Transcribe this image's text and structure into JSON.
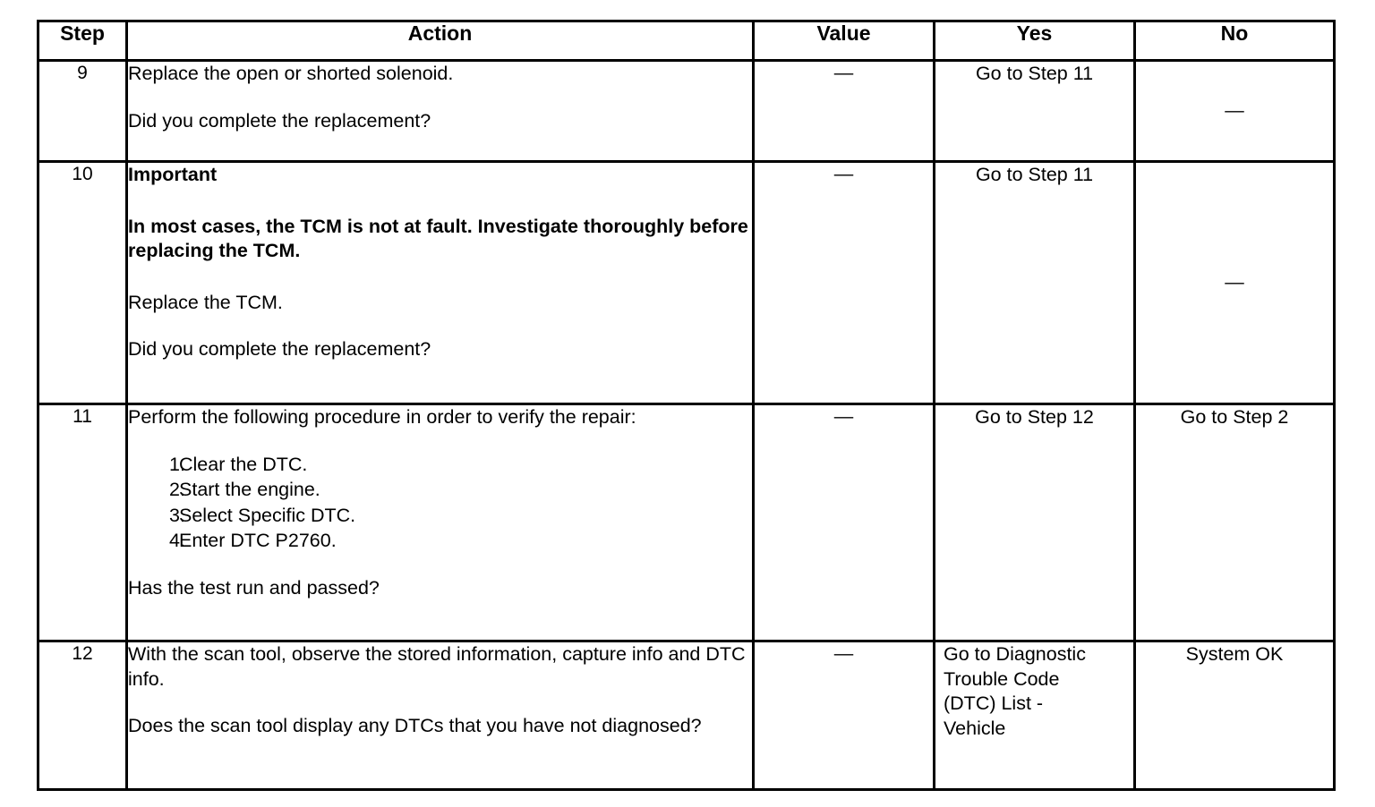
{
  "table": {
    "headers": {
      "step": "Step",
      "action": "Action",
      "value": "Value",
      "yes": "Yes",
      "no": "No"
    },
    "dash": "—",
    "rows": [
      {
        "step": "9",
        "action_lines": [
          "Replace the open or shorted solenoid.",
          "Did you complete the replacement?"
        ],
        "value": "—",
        "yes": "Go to Step 11",
        "no": "—"
      },
      {
        "step": "10",
        "important_label": "Important",
        "important_body": "In most cases, the TCM is not at fault. Investigate thoroughly before replacing the TCM.",
        "action_lines": [
          "Replace the TCM.",
          "Did you complete the replacement?"
        ],
        "value": "—",
        "yes": "Go to Step 11",
        "no": "—"
      },
      {
        "step": "11",
        "intro": "Perform the following procedure in order to verify the repair:",
        "procedure": [
          {
            "num": "1.",
            "text": "Clear the DTC."
          },
          {
            "num": "2.",
            "text": "Start the engine."
          },
          {
            "num": "3.",
            "text": "Select Specific DTC."
          },
          {
            "num": "4.",
            "text": "Enter DTC P2760."
          }
        ],
        "question": "Has the test run and passed?",
        "value": "—",
        "yes": "Go to Step 12",
        "no": "Go to Step 2"
      },
      {
        "step": "12",
        "action_lines": [
          "With the scan tool, observe the stored information, capture info and DTC info.",
          "Does the scan tool display any DTCs that you have not diagnosed?"
        ],
        "value": "—",
        "yes_lines": [
          "Go to Diagnostic",
          "Trouble Code",
          "(DTC) List -",
          "Vehicle"
        ],
        "no": "System OK"
      }
    ]
  }
}
